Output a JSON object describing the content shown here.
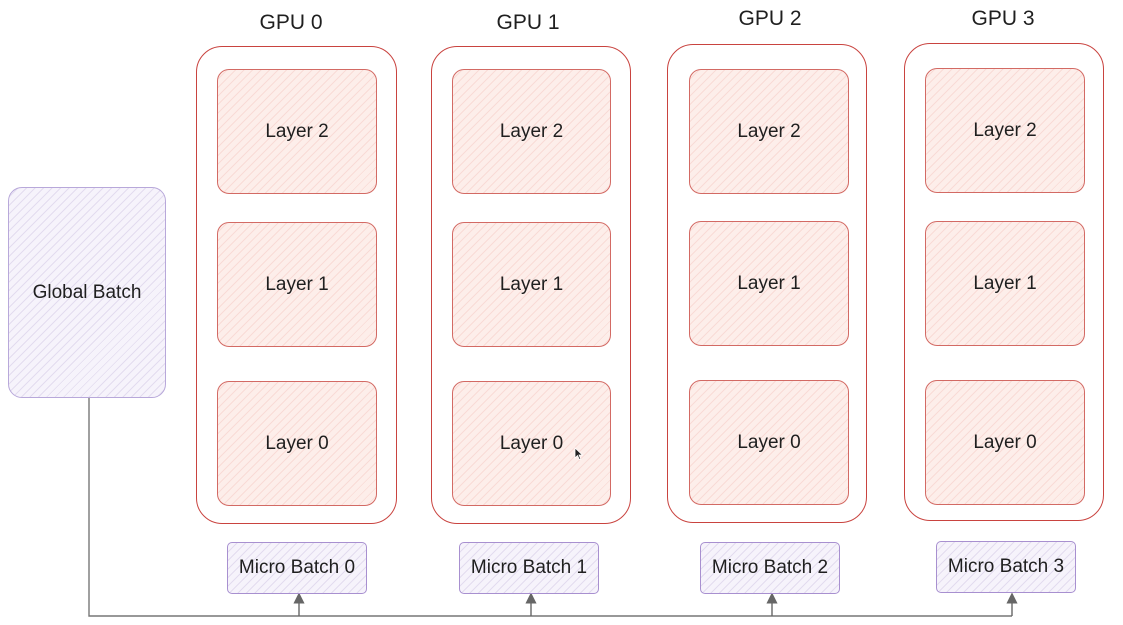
{
  "global_batch": {
    "label": "Global Batch"
  },
  "gpus": [
    {
      "title": "GPU 0",
      "layers": [
        "Layer 2",
        "Layer 1",
        "Layer 0"
      ],
      "micro_batch": "Micro Batch 0"
    },
    {
      "title": "GPU 1",
      "layers": [
        "Layer 2",
        "Layer 1",
        "Layer 0"
      ],
      "micro_batch": "Micro Batch 1"
    },
    {
      "title": "GPU 2",
      "layers": [
        "Layer 2",
        "Layer 1",
        "Layer 0"
      ],
      "micro_batch": "Micro Batch 2"
    },
    {
      "title": "GPU 3",
      "layers": [
        "Layer 2",
        "Layer 1",
        "Layer 0"
      ],
      "micro_batch": "Micro Batch 3"
    }
  ],
  "colors": {
    "gpu_border": "#c9433f",
    "layer_border": "#d36a64",
    "layer_fill": "#fdeeea",
    "batch_border": "#a890d0",
    "connector": "#777777"
  }
}
